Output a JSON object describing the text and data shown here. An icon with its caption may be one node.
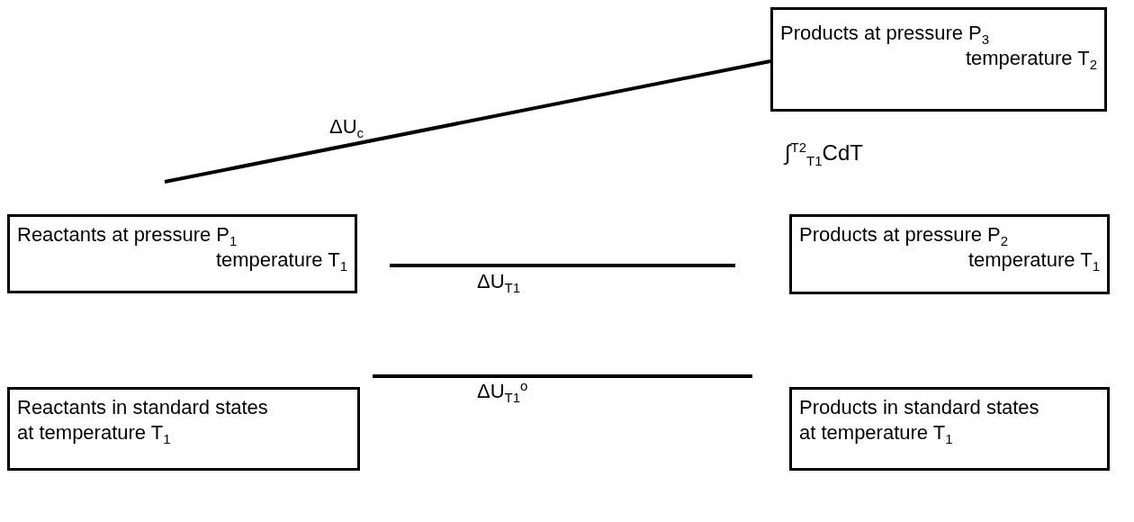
{
  "diagram": {
    "nodes": [
      {
        "text": [
          "Products at pressure P$_{3}$",
          "temperature T$_{2}$"
        ]
      },
      {
        "text": [
          "Reactants at pressure P$_{1}$",
          "temperature T$_{1}$"
        ]
      },
      {
        "text": [
          "Products at pressure P$_{2}$",
          "temperature T$_{1}$"
        ]
      },
      {
        "text": [
          "Reactants in standard states at temperature T$_{1}$"
        ]
      },
      {
        "text": [
          "Products in standard states at temperature T$_{1}$"
        ]
      }
    ],
    "edges": [
      {
        "from": 1,
        "to": 0,
        "arrow": "none",
        "label": "ΔU$_{c}$"
      },
      {
        "from": 1,
        "to": 2,
        "arrow": "none",
        "label": "ΔU$_{T1}$"
      },
      {
        "from": 3,
        "to": 4,
        "arrow": "none",
        "label": "ΔU$_{T1}$$^{o}$"
      }
    ],
    "labels": [
      "∫$^{T2}$$_{T1}$CdT"
    ]
  }
}
